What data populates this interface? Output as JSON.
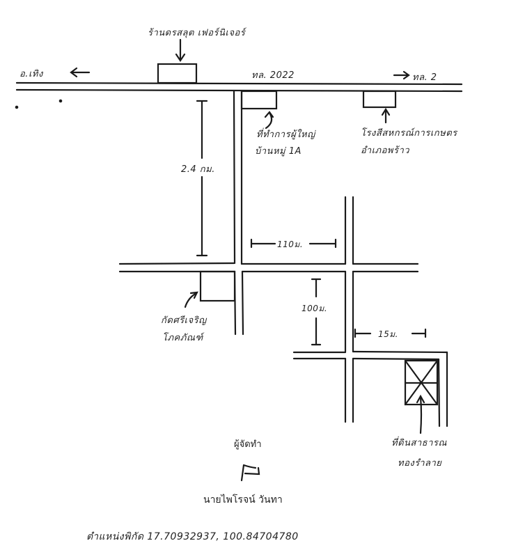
{
  "labels": {
    "furniture_store": "ร้านดรสลุต เฟอร์นิเจอร์",
    "left_road": "อ.เทิง",
    "highway": "ทล. 2022",
    "right_road": "ทล. 2",
    "village_office_1": "ที่ทำการผู้ใหญ่",
    "village_office_2": "บ้านหมู่ 1A",
    "rice_mill_1": "โรงสีสหกรณ์การเกษตร",
    "rice_mill_2": "อำเภอพร้าว",
    "dist_vertical_main": "2.4 กม.",
    "dist_middle_horizontal": "110ม.",
    "dist_lower_vertical": "100ม.",
    "dist_right_horizontal": "15ม.",
    "shop_1": "กัดศรีเจริญ",
    "shop_2": "โภคภัณฑ์",
    "land_1": "ที่ดินสาธารณ",
    "land_2": "ทองรำลาย",
    "prepared_by": "ผู้จัดทำ",
    "signature": "ㄷ",
    "author": "นายไพโรจน์ วันทา",
    "coords": "ตำแหน่งพิกัด  17.70932937, 100.84704780"
  }
}
